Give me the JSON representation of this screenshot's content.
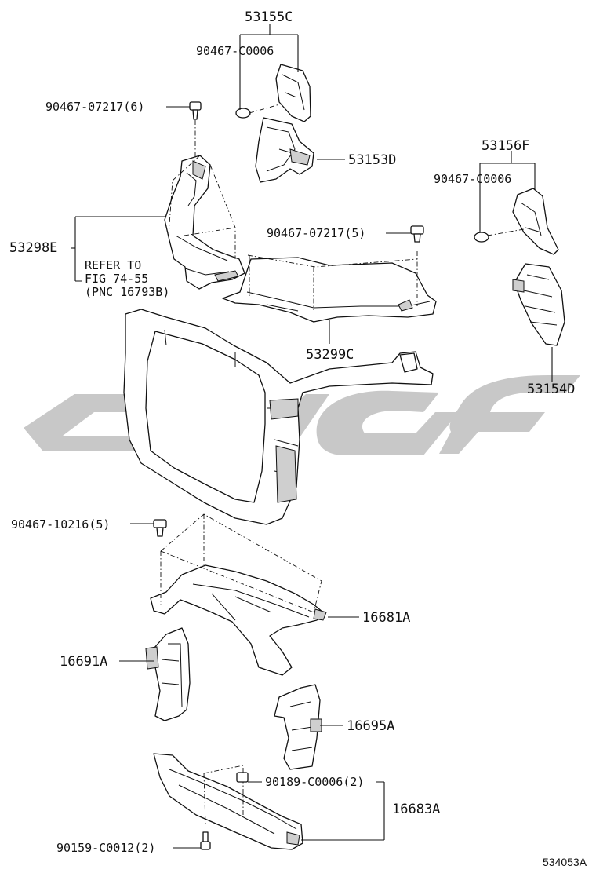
{
  "labels": {
    "p53155C": "53155C",
    "p90467_C0006_a": "90467-C0006",
    "p90467_07217_6": "90467-07217(6)",
    "p53153D": "53153D",
    "p53156F": "53156F",
    "p90467_C0006_b": "90467-C0006",
    "p53298E": "53298E",
    "refer_line1": "REFER TO",
    "refer_line2": "FIG 74-55",
    "refer_line3": "(PNC 16793B)",
    "p90467_07217_5": "90467-07217(5)",
    "p53299C": "53299C",
    "p53154D": "53154D",
    "p90467_10216_5": "90467-10216(5)",
    "p16681A": "16681A",
    "p16691A": "16691A",
    "p16695A": "16695A",
    "p90189_C0006_2": "90189-C0006(2)",
    "p16683A": "16683A",
    "p90159_C0012_2": "90159-C0012(2)",
    "diagram_id": "534053A"
  },
  "colors": {
    "line": "#111111",
    "watermark": "#c8c8c8"
  }
}
